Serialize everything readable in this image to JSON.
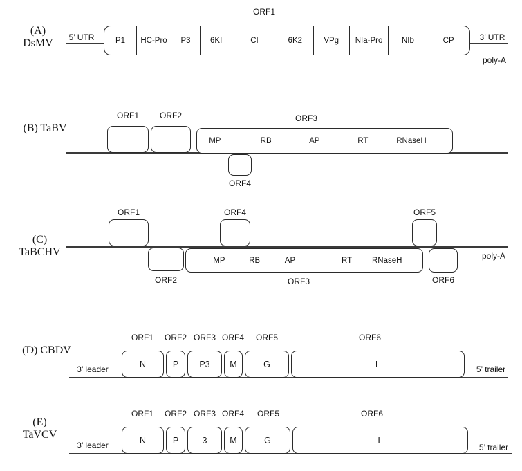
{
  "panel_a": {
    "label": "(A)",
    "virus": "DsMV",
    "orf1": "ORF1",
    "utr5": "5’ UTR",
    "utr3": "3’ UTR",
    "polya": "poly-A",
    "segments": [
      "P1",
      "HC-Pro",
      "P3",
      "6KI",
      "CI",
      "6K2",
      "VPg",
      "NIa-Pro",
      "NIb",
      "CP"
    ]
  },
  "panel_b": {
    "label": "(B) TaBV",
    "orf1": "ORF1",
    "orf2": "ORF2",
    "orf3": "ORF3",
    "orf4": "ORF4",
    "orf3_domains": [
      "MP",
      "RB",
      "AP",
      "RT",
      "RNaseH"
    ]
  },
  "panel_c": {
    "label": "(C)",
    "virus": "TaBCHV",
    "orf1": "ORF1",
    "orf2": "ORF2",
    "orf3": "ORF3",
    "orf4": "ORF4",
    "orf5": "ORF5",
    "orf6": "ORF6",
    "orf3_domains": [
      "MP",
      "RB",
      "AP",
      "RT",
      "RNaseH"
    ],
    "polya": "poly-A"
  },
  "panel_d": {
    "label": "(D) CBDV",
    "orf_labels": [
      "ORF1",
      "ORF2",
      "ORF3",
      "ORF4",
      "ORF5",
      "ORF6"
    ],
    "genes": [
      "N",
      "P",
      "P3",
      "M",
      "G",
      "L"
    ],
    "leader": "3’ leader",
    "trailer": "5’ trailer"
  },
  "panel_e": {
    "label": "(E)",
    "virus": "TaVCV",
    "orf_labels": [
      "ORF1",
      "ORF2",
      "ORF3",
      "ORF4",
      "ORF5",
      "ORF6"
    ],
    "genes": [
      "N",
      "P",
      "3",
      "M",
      "G",
      "L"
    ],
    "leader": "3’ leader",
    "trailer": "5’ trailer"
  }
}
